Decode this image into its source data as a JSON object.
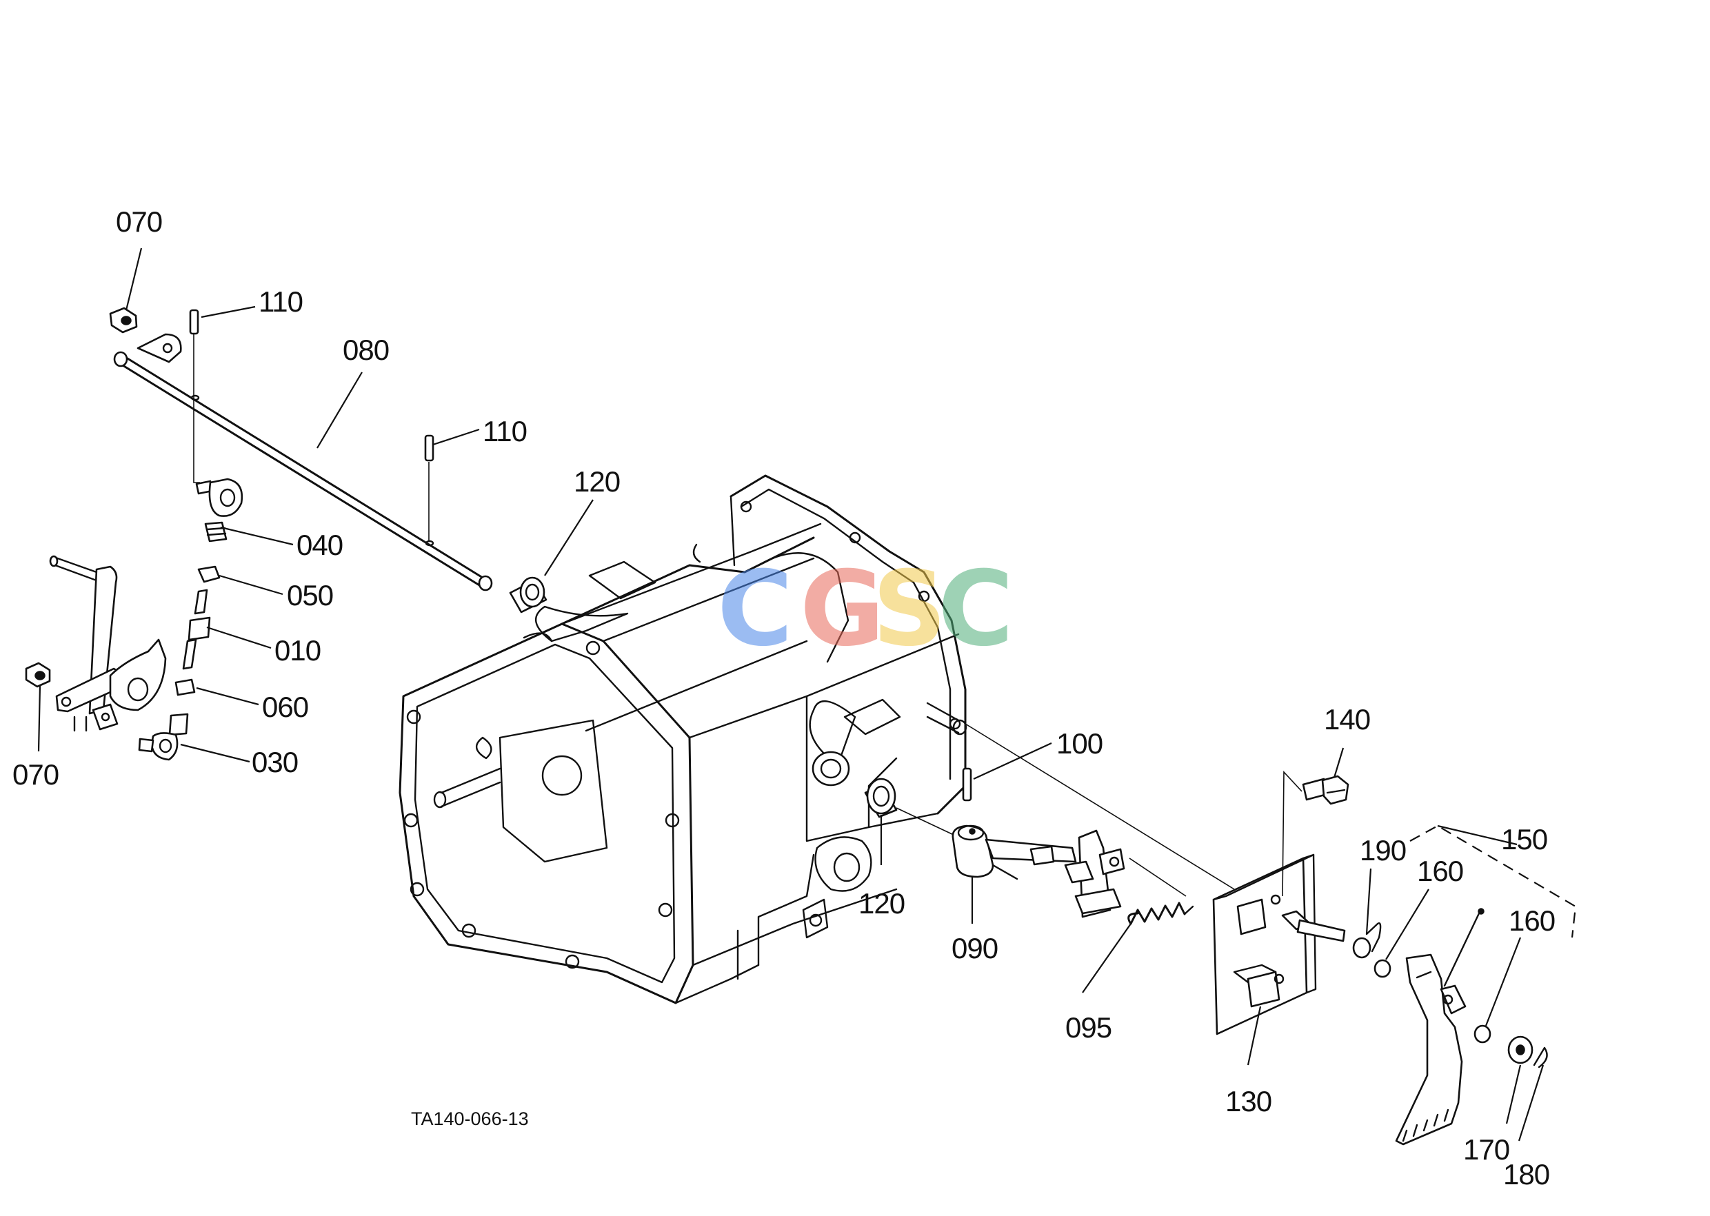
{
  "diagram": {
    "drawing_code": "TA140-066-13",
    "watermark": {
      "letters": [
        "C",
        "G",
        "S",
        "C"
      ],
      "colors": [
        "#4a86e8",
        "#e86a5a",
        "#f2c94c",
        "#4fae7a"
      ]
    },
    "callouts": [
      {
        "key": "070_top",
        "label": "070"
      },
      {
        "key": "110_top",
        "label": "110"
      },
      {
        "key": "080",
        "label": "080"
      },
      {
        "key": "110_mid",
        "label": "110"
      },
      {
        "key": "120_top",
        "label": "120"
      },
      {
        "key": "040",
        "label": "040"
      },
      {
        "key": "050",
        "label": "050"
      },
      {
        "key": "010",
        "label": "010"
      },
      {
        "key": "060",
        "label": "060"
      },
      {
        "key": "030",
        "label": "030"
      },
      {
        "key": "070_bot",
        "label": "070"
      },
      {
        "key": "100",
        "label": "100"
      },
      {
        "key": "140",
        "label": "140"
      },
      {
        "key": "150",
        "label": "150"
      },
      {
        "key": "190",
        "label": "190"
      },
      {
        "key": "160_a",
        "label": "160"
      },
      {
        "key": "160_b",
        "label": "160"
      },
      {
        "key": "120_bot",
        "label": "120"
      },
      {
        "key": "090",
        "label": "090"
      },
      {
        "key": "095",
        "label": "095"
      },
      {
        "key": "130",
        "label": "130"
      },
      {
        "key": "170",
        "label": "170"
      },
      {
        "key": "180",
        "label": "180"
      }
    ]
  }
}
